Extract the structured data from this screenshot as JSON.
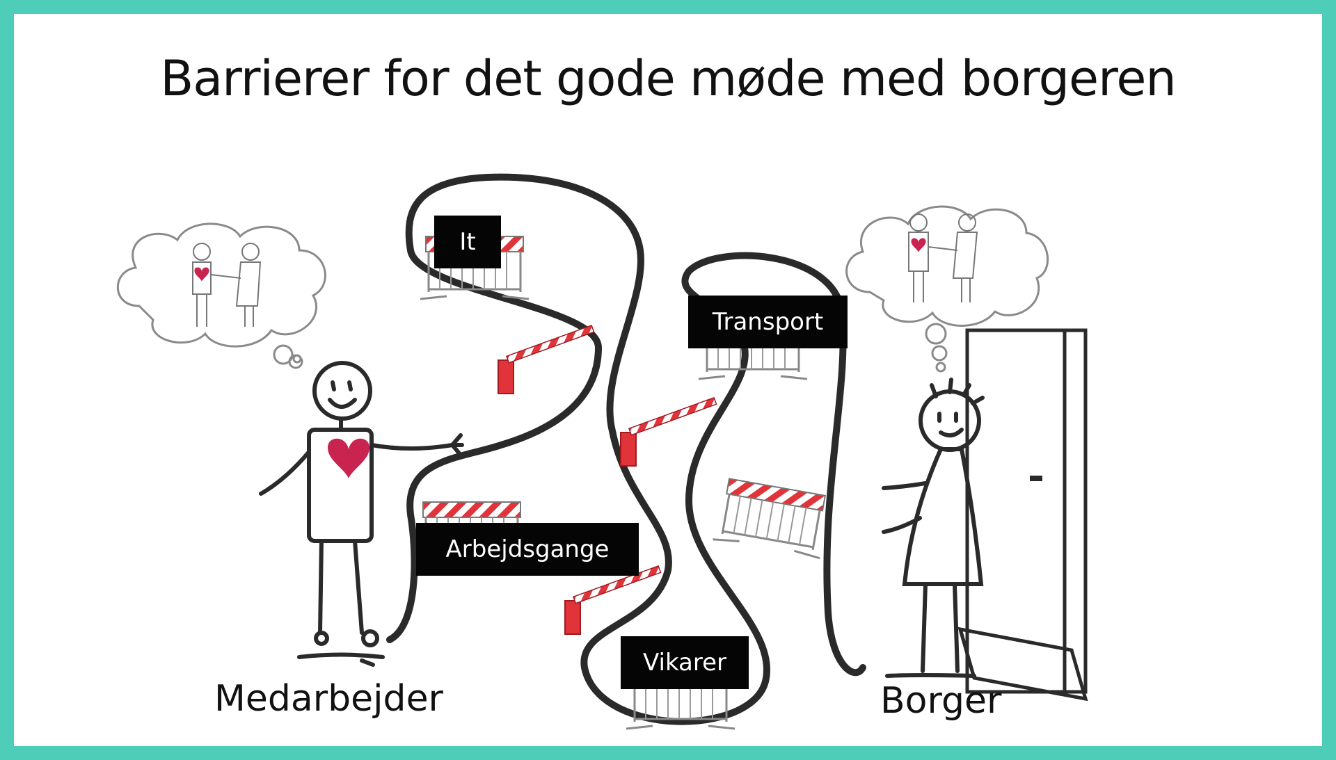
{
  "title": "Barrierer for det gode møde med borgeren",
  "people": {
    "employee": "Medarbejder",
    "citizen": "Borger"
  },
  "barriers": [
    "It",
    "Transport",
    "Arbejdsgange",
    "Vikarer"
  ],
  "colors": {
    "border": "#4ecdb8",
    "heart": "#c8244f",
    "barrier_red": "#e0343a",
    "tag_bg": "#050505"
  },
  "icons": [
    "heart-icon",
    "thought-cloud-icon",
    "road-barrier-icon",
    "boom-gate-icon",
    "door-icon"
  ]
}
